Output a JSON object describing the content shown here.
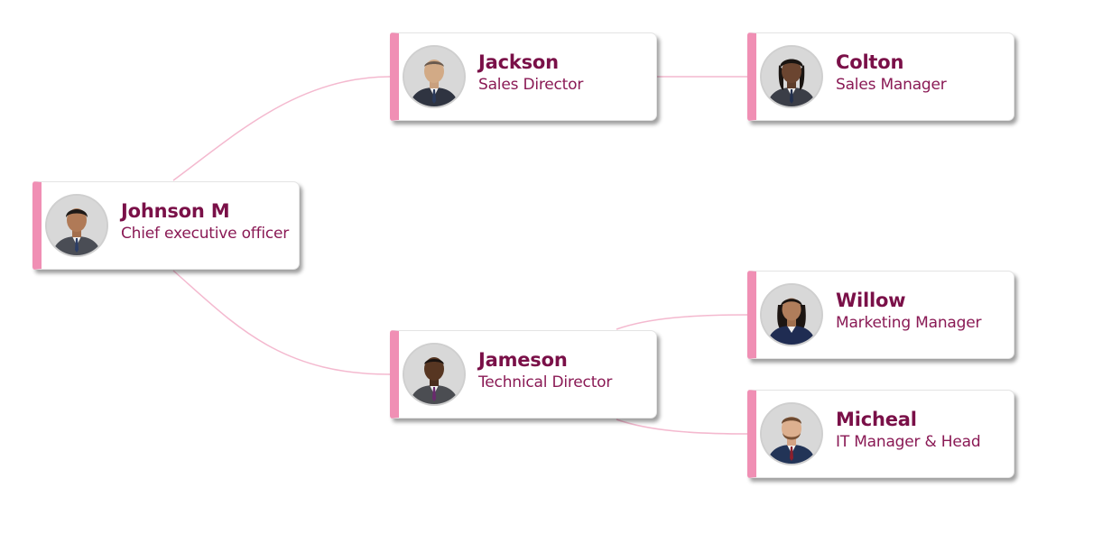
{
  "colors": {
    "accent_bar": "#f08fb4",
    "name_text": "#7a1048",
    "title_text": "#8a1a55",
    "connector": "#f4b9cf",
    "card_bg": "#ffffff"
  },
  "org_chart": {
    "nodes": [
      {
        "id": "johnson",
        "name": "Johnson M",
        "title": "Chief executive officer",
        "parent": null,
        "avatar": "person-avatar-icon"
      },
      {
        "id": "jackson",
        "name": "Jackson",
        "title": "Sales Director",
        "parent": "johnson",
        "avatar": "person-avatar-icon"
      },
      {
        "id": "jameson",
        "name": "Jameson",
        "title": "Technical Director",
        "parent": "johnson",
        "avatar": "person-avatar-icon"
      },
      {
        "id": "colton",
        "name": "Colton",
        "title": "Sales Manager",
        "parent": "jackson",
        "avatar": "person-avatar-icon"
      },
      {
        "id": "willow",
        "name": "Willow",
        "title": "Marketing Manager",
        "parent": "jameson",
        "avatar": "person-avatar-icon"
      },
      {
        "id": "micheal",
        "name": "Micheal",
        "title": "IT Manager & Head",
        "parent": "jameson",
        "avatar": "person-avatar-icon"
      }
    ]
  }
}
